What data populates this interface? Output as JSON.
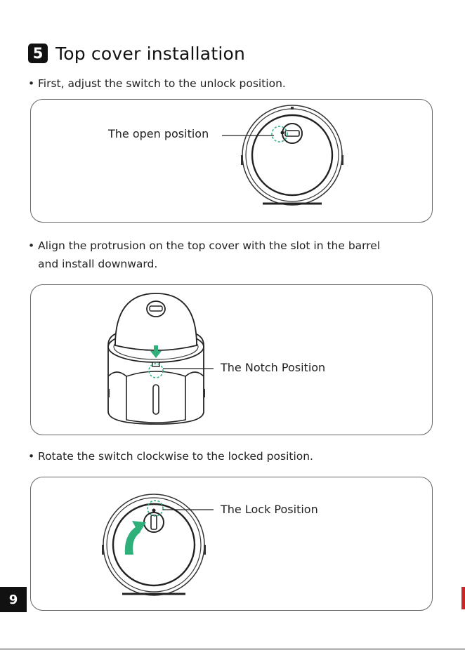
{
  "section": {
    "number": "5",
    "title": "Top cover installation"
  },
  "steps": [
    {
      "text": "First, adjust the switch to the unlock position.",
      "callout": "The open position"
    },
    {
      "text_line1": "Align the protrusion on the top cover with the slot in the barrel",
      "text_line2": "and install downward.",
      "callout": "The Notch Position"
    },
    {
      "text": "Rotate the switch clockwise to the locked position.",
      "callout": "The Lock Position"
    }
  ],
  "page_number": "9",
  "colors": {
    "accent_green": "#2fb07a",
    "badge_bg": "#111111",
    "side_mark": "#c62828"
  },
  "icons": {
    "bullet": "bullet-dot-icon",
    "direction_arrow": "arrow-down-icon",
    "rotate_arrow": "rotate-clockwise-arrow-icon"
  }
}
